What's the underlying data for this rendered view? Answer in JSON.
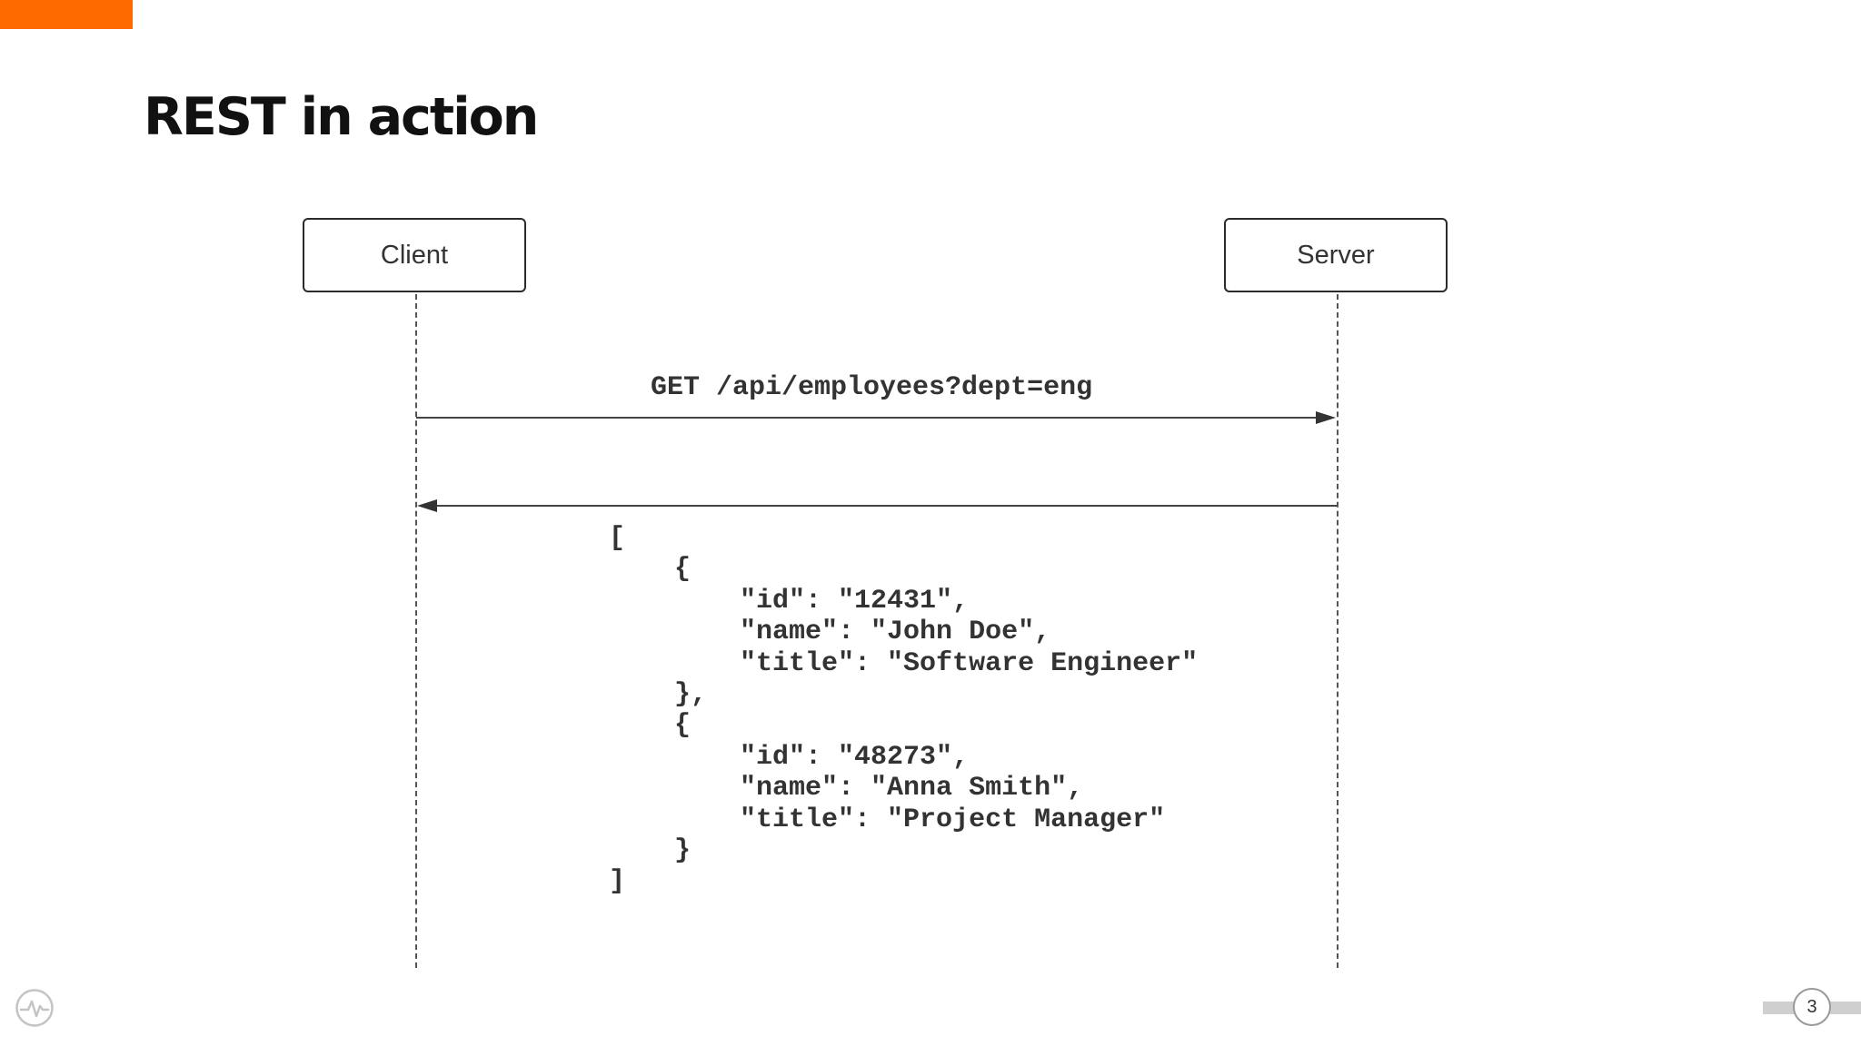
{
  "slide": {
    "title": "REST in action",
    "page_number": "3",
    "accent_color": "#ff6a00"
  },
  "diagram": {
    "actors": {
      "client": "Client",
      "server": "Server"
    },
    "request": {
      "label": "GET /api/employees?dept=eng",
      "direction": "client-to-server"
    },
    "response": {
      "direction": "server-to-client",
      "body": "[\n    {\n        \"id\": \"12431\",\n        \"name\": \"John Doe\",\n        \"title\": \"Software Engineer\"\n    },\n    {\n        \"id\": \"48273\",\n        \"name\": \"Anna Smith\",\n        \"title\": \"Project Manager\"\n    }\n]"
    }
  },
  "footer": {
    "logo_icon": "pulse-logo-icon"
  }
}
